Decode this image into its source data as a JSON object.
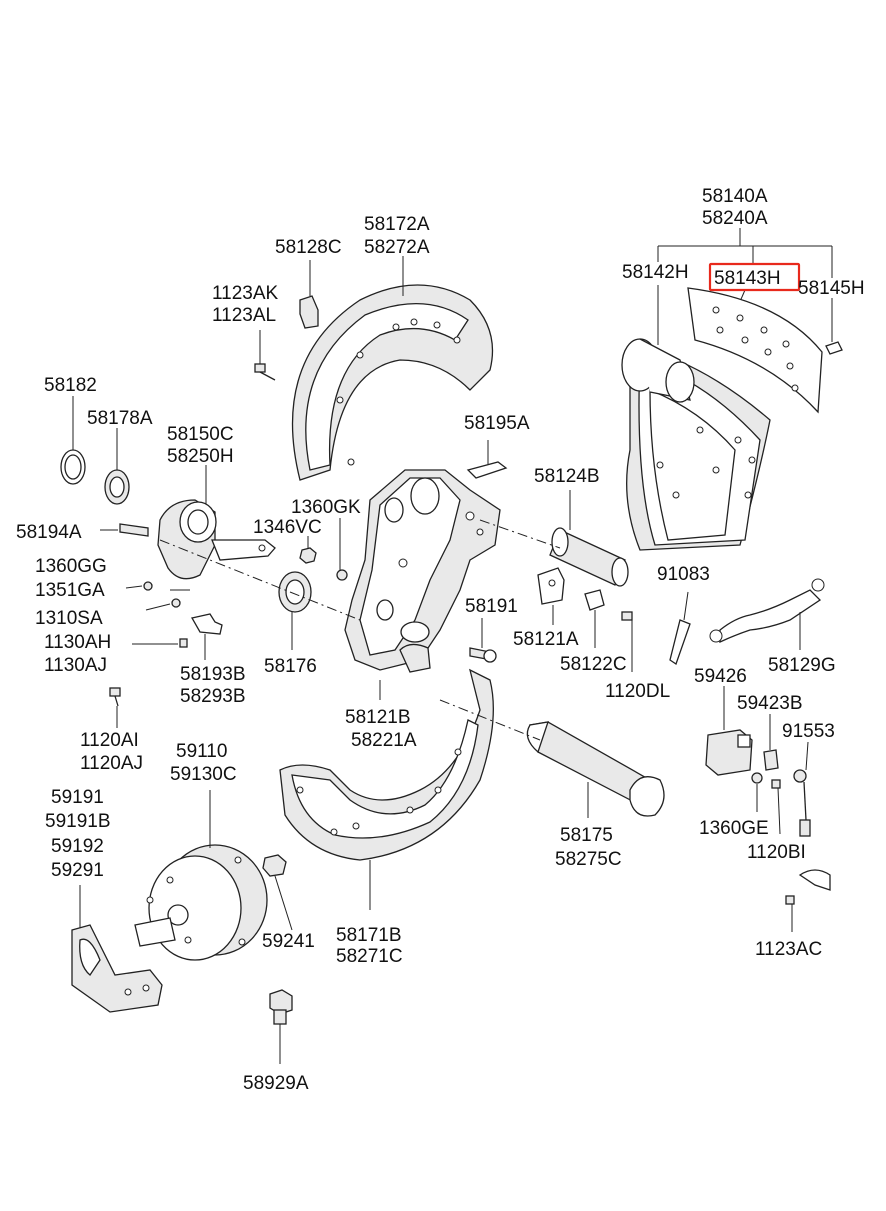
{
  "highlight_color": "#e8291c",
  "labels": {
    "p58140A": "58140A",
    "p58240A": "58240A",
    "p58142H": "58142H",
    "p58143H": "58143H",
    "p58145H": "58145H",
    "p58172A": "58172A",
    "p58272A": "58272A",
    "p58128C": "58128C",
    "p1123AK": "1123AK",
    "p1123AL": "1123AL",
    "p58182": "58182",
    "p58178A": "58178A",
    "p58150C": "58150C",
    "p58250H": "58250H",
    "p58195A": "58195A",
    "p1360GK": "1360GK",
    "p1346VC": "1346VC",
    "p58194A": "58194A",
    "p58124B": "58124B",
    "p1360GG": "1360GG",
    "p1351GA": "1351GA",
    "p1310SA": "1310SA",
    "p91083": "91083",
    "p58191": "58191",
    "p1130AH": "1130AH",
    "p1130AJ": "1130AJ",
    "p58121A": "58121A",
    "p58122C": "58122C",
    "p58129G": "58129G",
    "p58193B": "58193B",
    "p58293B": "58293B",
    "p58176": "58176",
    "p1120DL": "1120DL",
    "p59426": "59426",
    "p59423B": "59423B",
    "p58121B": "58121B",
    "p58221A": "58221A",
    "p1120AI": "1120AI",
    "p1120AJ": "1120AJ",
    "p91553": "91553",
    "p59110": "59110",
    "p59130C": "59130C",
    "p59191": "59191",
    "p59191B": "59191B",
    "p59192": "59192",
    "p59291": "59291",
    "p58175": "58175",
    "p58275C": "58275C",
    "p1360GE": "1360GE",
    "p1120BI": "1120BI",
    "p59241": "59241",
    "p58171B": "58171B",
    "p58271C": "58271C",
    "p1123AC": "1123AC",
    "p58929A": "58929A"
  }
}
